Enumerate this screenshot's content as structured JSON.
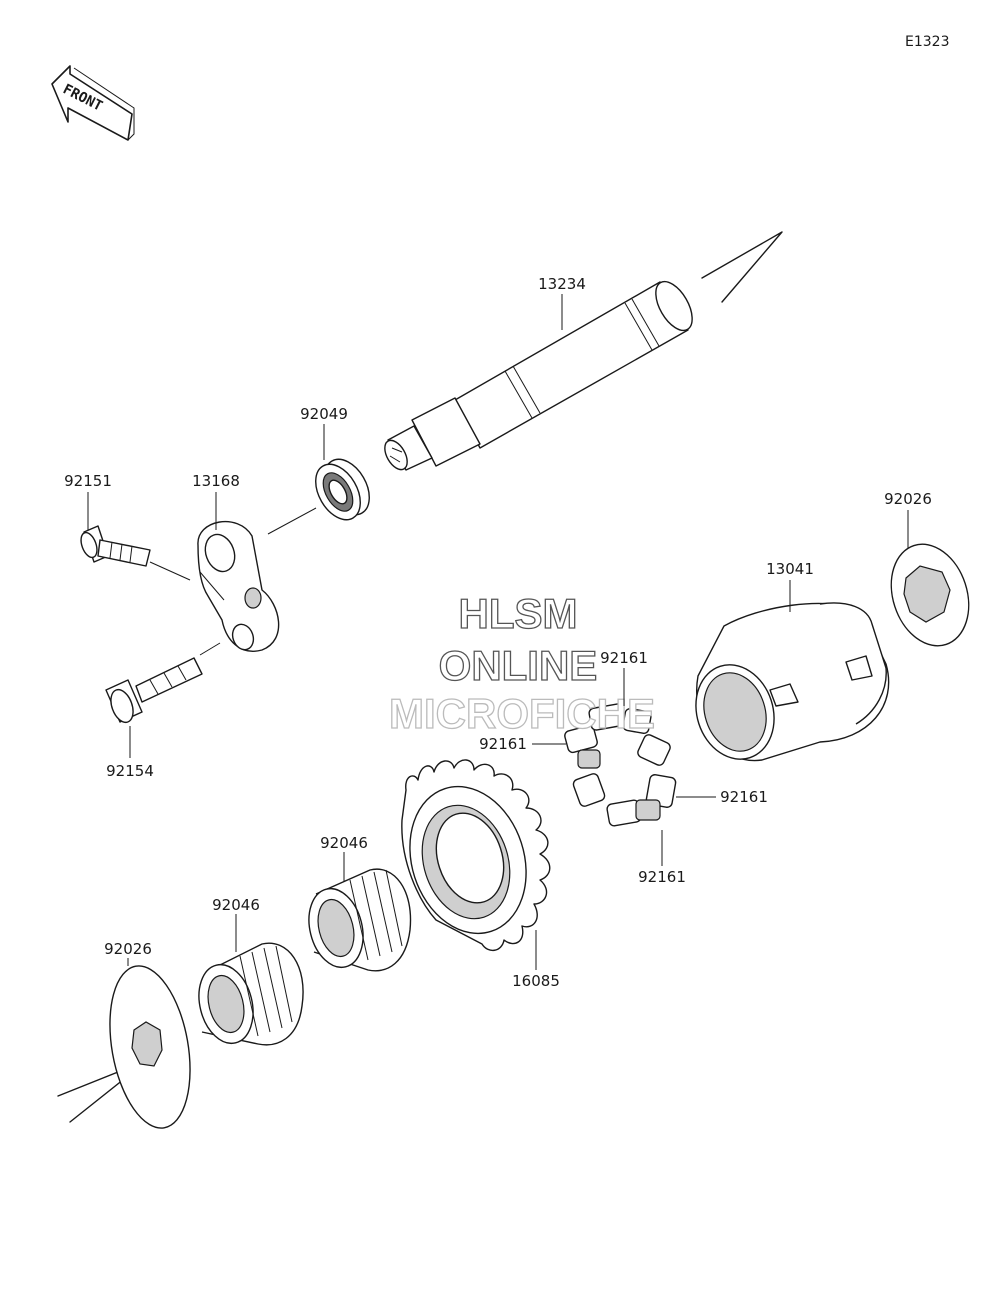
{
  "diagram_code": "E1323",
  "front_label": "FRONT",
  "watermark": {
    "line1": "HLSM",
    "line2": "ONLINE",
    "line3": "MICROFICHE"
  },
  "parts": {
    "shaft": "13234",
    "bearing": "92049",
    "bolt_upper": "92151",
    "lever": "13168",
    "bolt_lower": "92154",
    "washer_right": "92026",
    "hub": "13041",
    "damper_top": "92161",
    "damper_left": "92161",
    "damper_right": "92161",
    "damper_bottom": "92161",
    "gear": "16085",
    "needle_bearing_upper": "92046",
    "needle_bearing_lower": "92046",
    "washer_left": "92026"
  }
}
